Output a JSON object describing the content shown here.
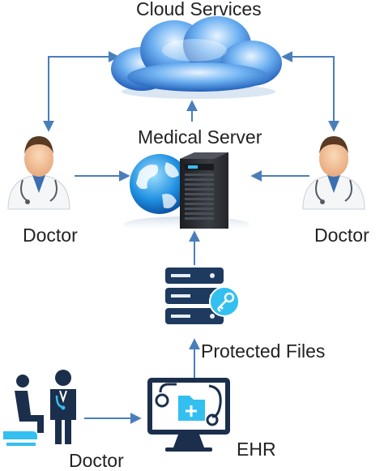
{
  "labels": {
    "cloud": "Cloud Services",
    "server": "Medical Server",
    "doctor_left": "Doctor",
    "doctor_right": "Doctor",
    "protected": "Protected Files",
    "doctor_bottom": "Doctor",
    "ehr": "EHR"
  },
  "colors": {
    "arrow": "#4a7ebb",
    "cloud_blue": "#1f6fd1",
    "server_dark": "#2f3238",
    "file_server": "#1e3a5f",
    "monitor": "#1b2f4c",
    "accent_cyan": "#33c0f0"
  },
  "icons": [
    "cloud-icon",
    "doctor-icon",
    "server-icon",
    "globe-icon",
    "file-server-icon",
    "key-icon",
    "ehr-monitor-icon",
    "patient-doctor-icon"
  ]
}
